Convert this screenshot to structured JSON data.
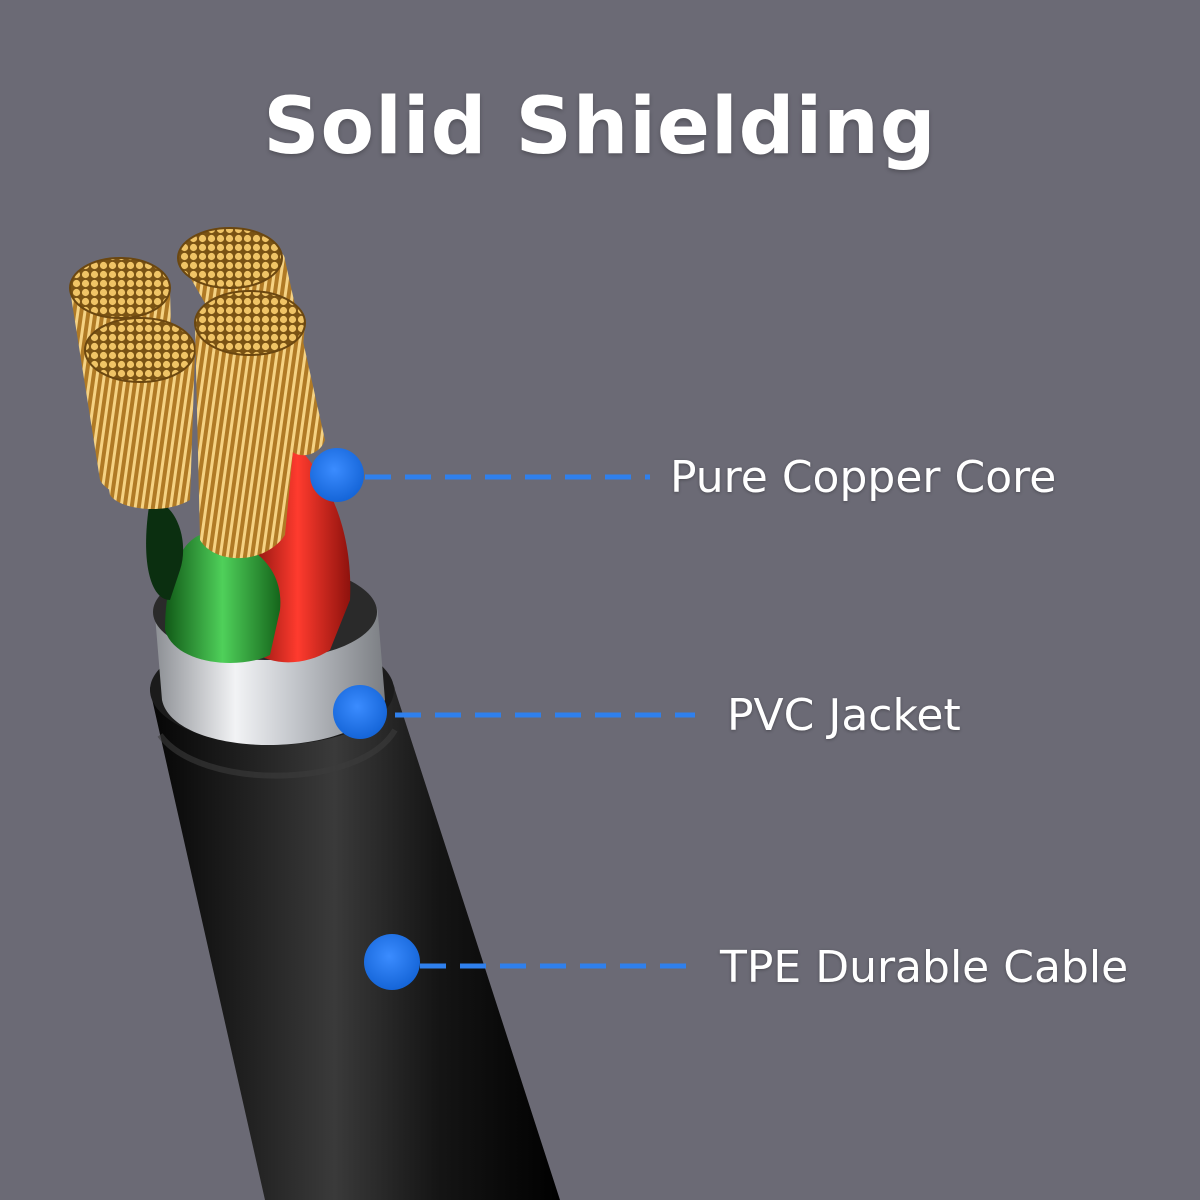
{
  "title": "Solid Shielding",
  "colors": {
    "background": "#6b6a75",
    "callout_dot": "#1a73e8",
    "callout_line": "#2f80ed",
    "copper": "#c9923a",
    "jacket": "#111111",
    "wire_red": "#d8261f",
    "wire_green": "#2fa83a",
    "shield_foil": "#d9dbde"
  },
  "callouts": [
    {
      "label": "Pure Copper Core"
    },
    {
      "label": "PVC Jacket"
    },
    {
      "label": "TPE Durable Cable"
    }
  ]
}
